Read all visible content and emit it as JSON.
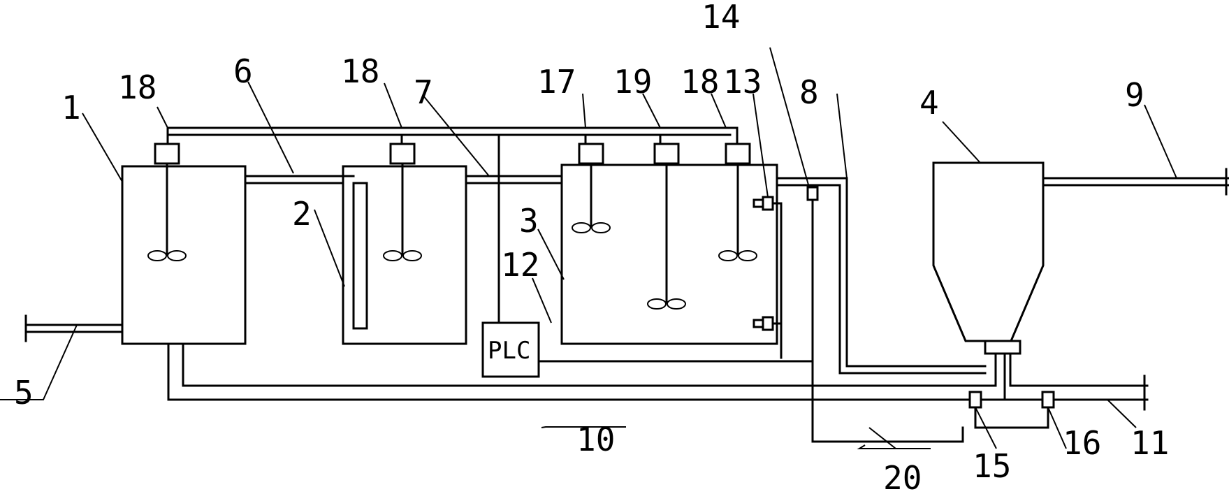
{
  "plc_text": "PLC",
  "labels": {
    "n1": "1",
    "n2": "2",
    "n3": "3",
    "n4": "4",
    "n5": "5",
    "n6": "6",
    "n7": "7",
    "n8": "8",
    "n9": "9",
    "n10": "10",
    "n11": "11",
    "n12": "12",
    "n13": "13",
    "n14": "14",
    "n15": "15",
    "n16": "16",
    "n17": "17",
    "n18a": "18",
    "n18b": "18",
    "n18c": "18",
    "n19": "19",
    "n20": "20"
  }
}
